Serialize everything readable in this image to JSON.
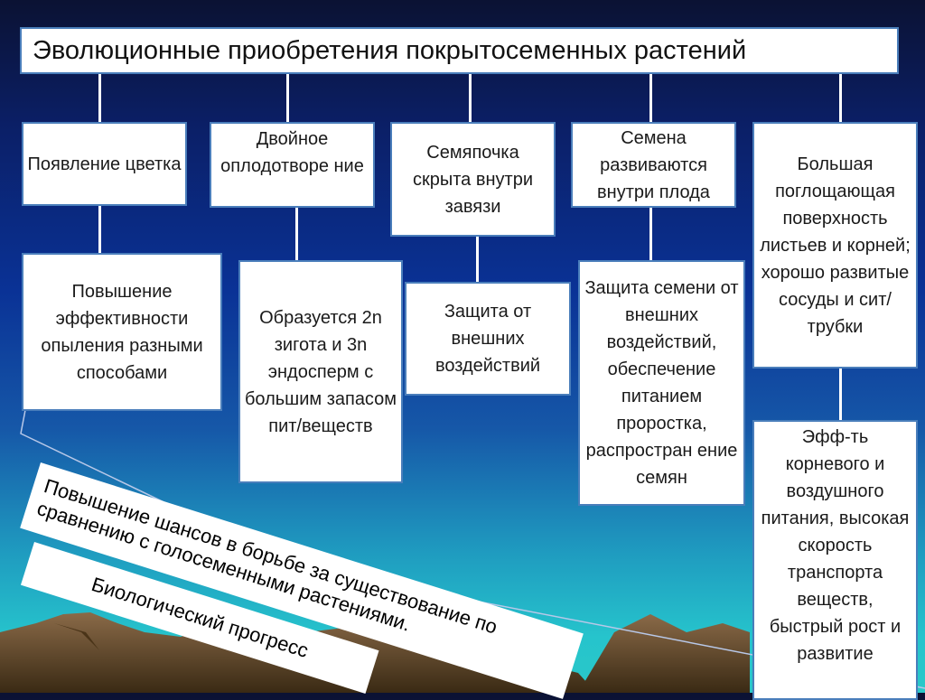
{
  "title": "Эволюционные приобретения покрытосеменных растений",
  "columns": [
    {
      "feature": "Появление цветка",
      "result": "Повышение эффективности опыления разными способами"
    },
    {
      "feature": "Двойное оплодотворе ние",
      "result": "Образуется 2n зигота и 3n эндосперм с большим запасом пит/веществ"
    },
    {
      "feature": "Семяпочка скрыта внутри завязи",
      "result": "Защита от внешних воздействий"
    },
    {
      "feature": "Семена развиваются внутри плода",
      "result": "Защита семени от внешних воздействий, обеспечение питанием проростка, распростран ение семян"
    },
    {
      "feature": "Большая поглощающая поверхность листьев и корней; хорошо развитые сосуды и сит/трубки",
      "result": "Эфф-ть корневого и воздушного питания, высокая скорость транспорта веществ, быстрый рост и развитие"
    }
  ],
  "conclusion": "Повышение шансов в борьбе за существование по сравнению с голосеменными растениями.",
  "outcome": "Биологический прогресс"
}
